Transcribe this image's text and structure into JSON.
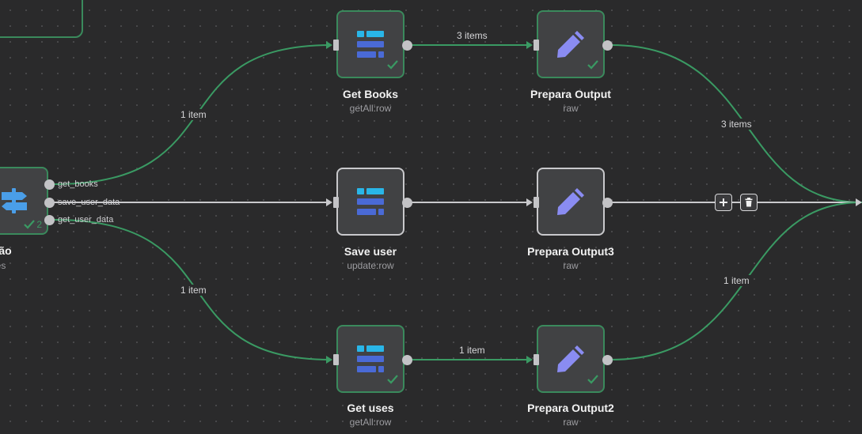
{
  "switch_node": {
    "title": "le Função",
    "subtitle": "de: Rules",
    "check_count": "2",
    "outputs": [
      "get_books",
      "save_user_data",
      "get_user_data"
    ]
  },
  "nodes": {
    "get_books": {
      "title": "Get Books",
      "subtitle": "getAll:row",
      "icon": "table-icon"
    },
    "save_user": {
      "title": "Save user",
      "subtitle": "update:row",
      "icon": "table-icon"
    },
    "get_uses": {
      "title": "Get uses",
      "subtitle": "getAll:row",
      "icon": "table-icon"
    },
    "prepara_output": {
      "title": "Prepara Output",
      "subtitle": "raw",
      "icon": "pencil-icon"
    },
    "prepara_output3": {
      "title": "Prepara Output3",
      "subtitle": "raw",
      "icon": "pencil-icon"
    },
    "prepara_output2": {
      "title": "Prepara Output2",
      "subtitle": "raw",
      "icon": "pencil-icon"
    }
  },
  "edge_labels": {
    "switch_to_get_books": "1 item",
    "switch_to_get_uses": "1 item",
    "get_books_to_prepara": "3 items",
    "get_uses_to_prepara2": "1 item",
    "prepara_to_merge": "3 items",
    "prepara2_to_merge": "1 item"
  },
  "edge_actions": [
    "plus-icon",
    "trash-icon"
  ],
  "colors": {
    "canvas_bg": "#2a2a2b",
    "success_edge": "#3a9a63",
    "plain_edge": "#c9c9cc",
    "node_bg": "#414244",
    "table_icon_top": "#29b6e8",
    "table_icon_bottom": "#4a6ad6",
    "pencil_icon": "#8a8cf2"
  }
}
